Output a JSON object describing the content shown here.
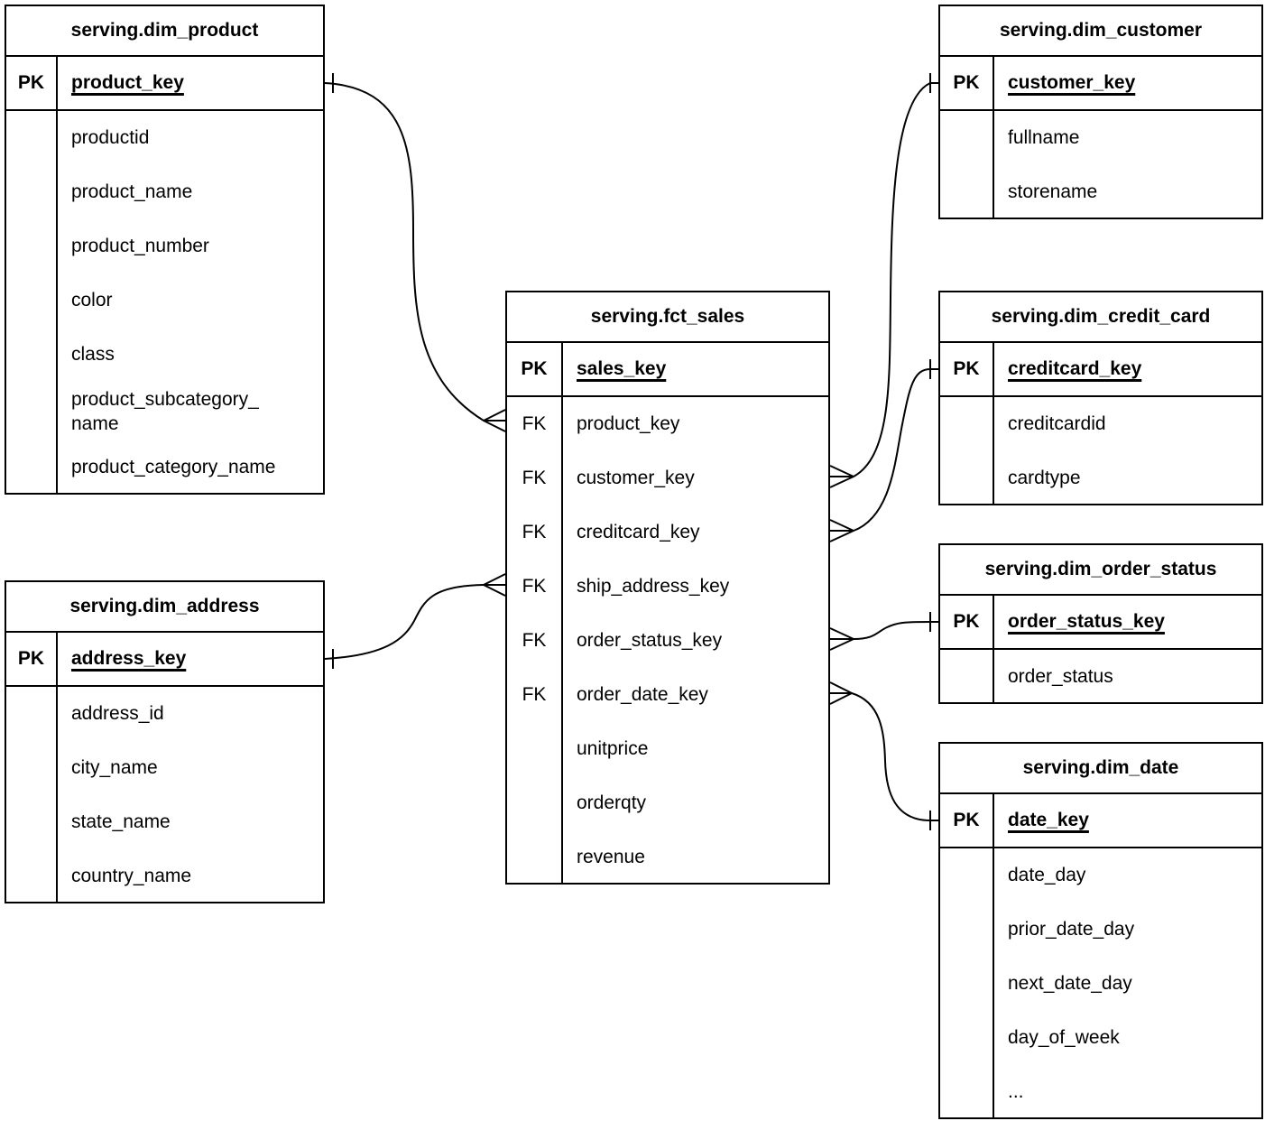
{
  "diagram": {
    "type": "er-diagram",
    "notation": "crow's foot",
    "colors": {
      "line": "#000000",
      "background": "#ffffff",
      "table_fill": "#ffffff",
      "text": "#000000"
    },
    "tables": {
      "fct_sales": {
        "title": "serving.fct_sales",
        "pk_label": "PK",
        "fk_label": "FK",
        "pk_field": "sales_key",
        "fk_fields": [
          "product_key",
          "customer_key",
          "creditcard_key",
          "ship_address_key",
          "order_status_key",
          "order_date_key"
        ],
        "measure_fields": [
          "unitprice",
          "orderqty",
          "revenue"
        ]
      },
      "dim_product": {
        "title": "serving.dim_product",
        "pk_label": "PK",
        "pk_field": "product_key",
        "fields": [
          "productid",
          "product_name",
          "product_number",
          "color",
          "class",
          "product_subcategory_\nname",
          "product_category_name"
        ]
      },
      "dim_customer": {
        "title": "serving.dim_customer",
        "pk_label": "PK",
        "pk_field": "customer_key",
        "fields": [
          "fullname",
          "storename"
        ]
      },
      "dim_credit_card": {
        "title": "serving.dim_credit_card",
        "pk_label": "PK",
        "pk_field": "creditcard_key",
        "fields": [
          "creditcardid",
          "cardtype"
        ]
      },
      "dim_order_status": {
        "title": "serving.dim_order_status",
        "pk_label": "PK",
        "pk_field": "order_status_key",
        "fields": [
          "order_status"
        ]
      },
      "dim_date": {
        "title": "serving.dim_date",
        "pk_label": "PK",
        "pk_field": "date_key",
        "fields": [
          "date_day",
          "prior_date_day",
          "next_date_day",
          "day_of_week",
          "..."
        ]
      },
      "dim_address": {
        "title": "serving.dim_address",
        "pk_label": "PK",
        "pk_field": "address_key",
        "fields": [
          "address_id",
          "city_name",
          "state_name",
          "country_name"
        ]
      }
    },
    "relationships": [
      {
        "many_end": "serving.fct_sales.product_key",
        "one_end": "serving.dim_product.product_key"
      },
      {
        "many_end": "serving.fct_sales.customer_key",
        "one_end": "serving.dim_customer.customer_key"
      },
      {
        "many_end": "serving.fct_sales.creditcard_key",
        "one_end": "serving.dim_credit_card.creditcard_key"
      },
      {
        "many_end": "serving.fct_sales.ship_address_key",
        "one_end": "serving.dim_address.address_key"
      },
      {
        "many_end": "serving.fct_sales.order_status_key",
        "one_end": "serving.dim_order_status.order_status_key"
      },
      {
        "many_end": "serving.fct_sales.order_date_key",
        "one_end": "serving.dim_date.date_key"
      }
    ]
  }
}
